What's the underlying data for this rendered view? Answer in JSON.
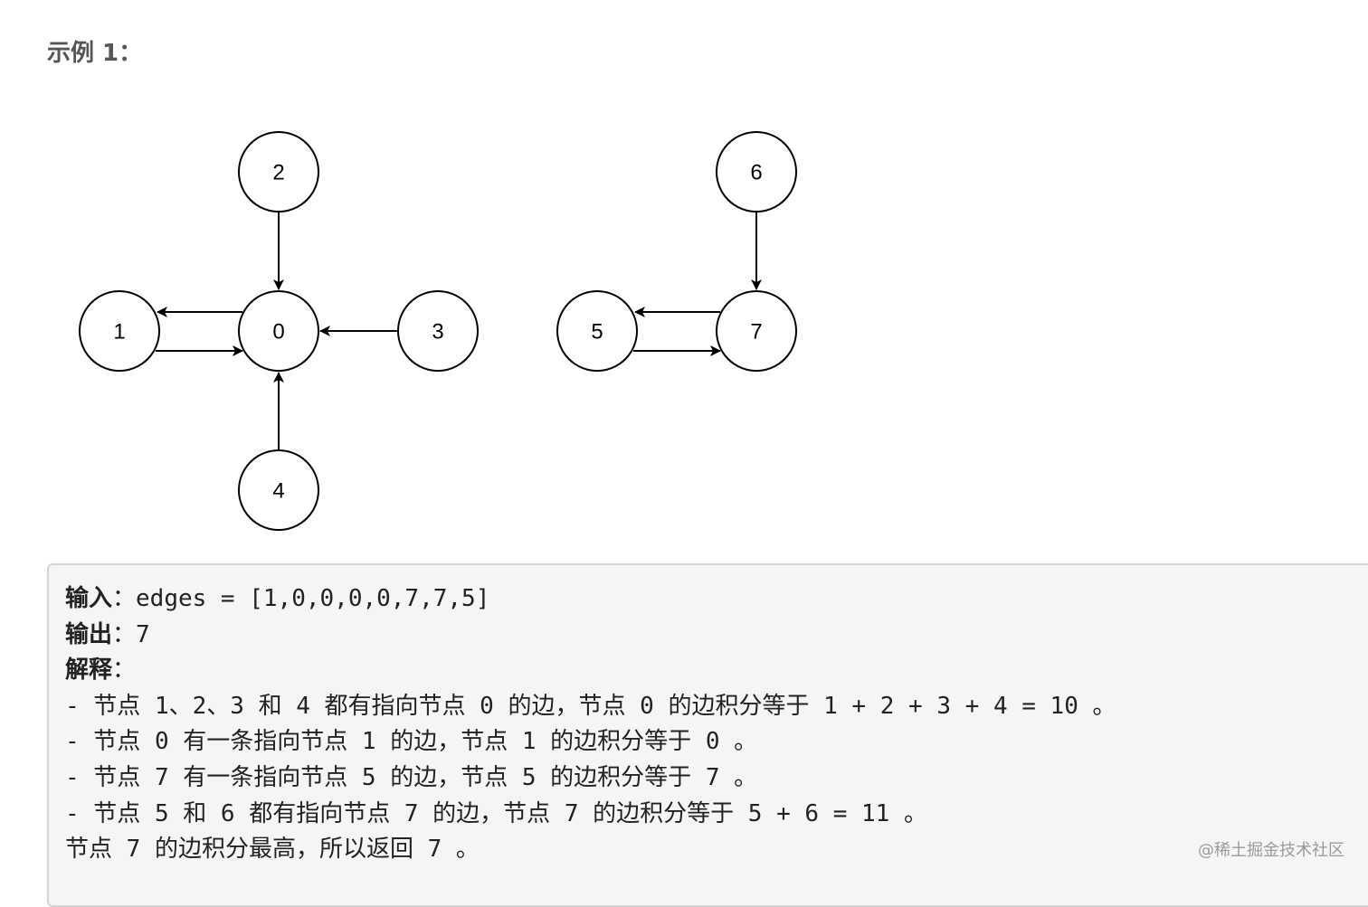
{
  "heading": "示例 1：",
  "nodes": [
    {
      "id": "node-0",
      "label": "0"
    },
    {
      "id": "node-1",
      "label": "1"
    },
    {
      "id": "node-2",
      "label": "2"
    },
    {
      "id": "node-3",
      "label": "3"
    },
    {
      "id": "node-4",
      "label": "4"
    },
    {
      "id": "node-5",
      "label": "5"
    },
    {
      "id": "node-6",
      "label": "6"
    },
    {
      "id": "node-7",
      "label": "7"
    }
  ],
  "edges": [
    {
      "from": "2",
      "to": "0"
    },
    {
      "from": "3",
      "to": "0"
    },
    {
      "from": "4",
      "to": "0"
    },
    {
      "from": "1",
      "to": "0"
    },
    {
      "from": "0",
      "to": "1"
    },
    {
      "from": "6",
      "to": "7"
    },
    {
      "from": "5",
      "to": "7"
    },
    {
      "from": "7",
      "to": "5"
    }
  ],
  "example": {
    "input_label": "输入",
    "input_value": "：edges = [1,0,0,0,0,7,7,5]",
    "output_label": "输出",
    "output_value": "：7",
    "explain_label": "解释",
    "explain_colon": "：",
    "lines": [
      "- 节点 1、2、3 和 4 都有指向节点 0 的边，节点 0 的边积分等于 1 + 2 + 3 + 4 = 10 。",
      "- 节点 0 有一条指向节点 1 的边，节点 1 的边积分等于 0 。",
      "- 节点 7 有一条指向节点 5 的边，节点 5 的边积分等于 7 。",
      "- 节点 5 和 6 都有指向节点 7 的边，节点 7 的边积分等于 5 + 6 = 11 。",
      "节点 7 的边积分最高，所以返回 7 。"
    ]
  },
  "watermark": "@稀土掘金技术社区"
}
